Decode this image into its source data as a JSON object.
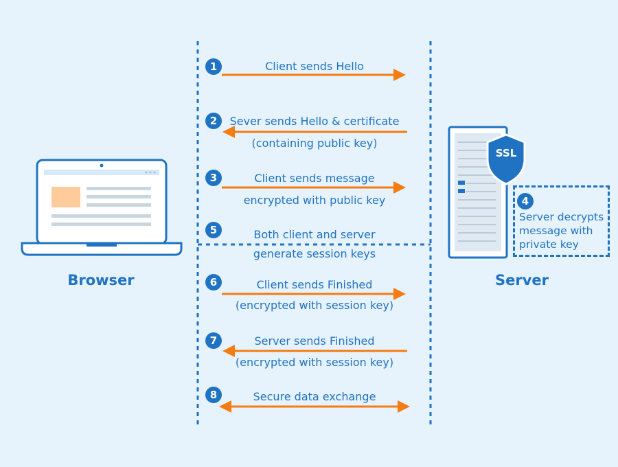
{
  "nodes": {
    "browser": "Browser",
    "server": "Server",
    "ssl_badge": "SSL"
  },
  "steps": [
    {
      "num": "1",
      "line1": "Client sends Hello",
      "line2": "",
      "direction": "right"
    },
    {
      "num": "2",
      "line1": "Sever sends Hello & certificate",
      "line2": "(containing public key)",
      "direction": "left"
    },
    {
      "num": "3",
      "line1": "Client sends message",
      "line2": "encrypted with public key",
      "direction": "right"
    },
    {
      "num": "5",
      "line1": "Both client and server",
      "line2": "generate session keys",
      "direction": "none"
    },
    {
      "num": "6",
      "line1": "Client sends Finished",
      "line2": "(encrypted with session key)",
      "direction": "right"
    },
    {
      "num": "7",
      "line1": "Server sends Finished",
      "line2": "(encrypted with session key)",
      "direction": "left"
    },
    {
      "num": "8",
      "line1": "Secure data exchange",
      "line2": "",
      "direction": "both"
    }
  ],
  "server_note": {
    "num": "4",
    "line1": "Server decrypts",
    "line2": "message with",
    "line3": "private key"
  },
  "colors": {
    "background": "#e6f2fc",
    "primary": "#1f73c2",
    "arrow": "#f57c12",
    "screen_block": "#ffcb9a"
  }
}
